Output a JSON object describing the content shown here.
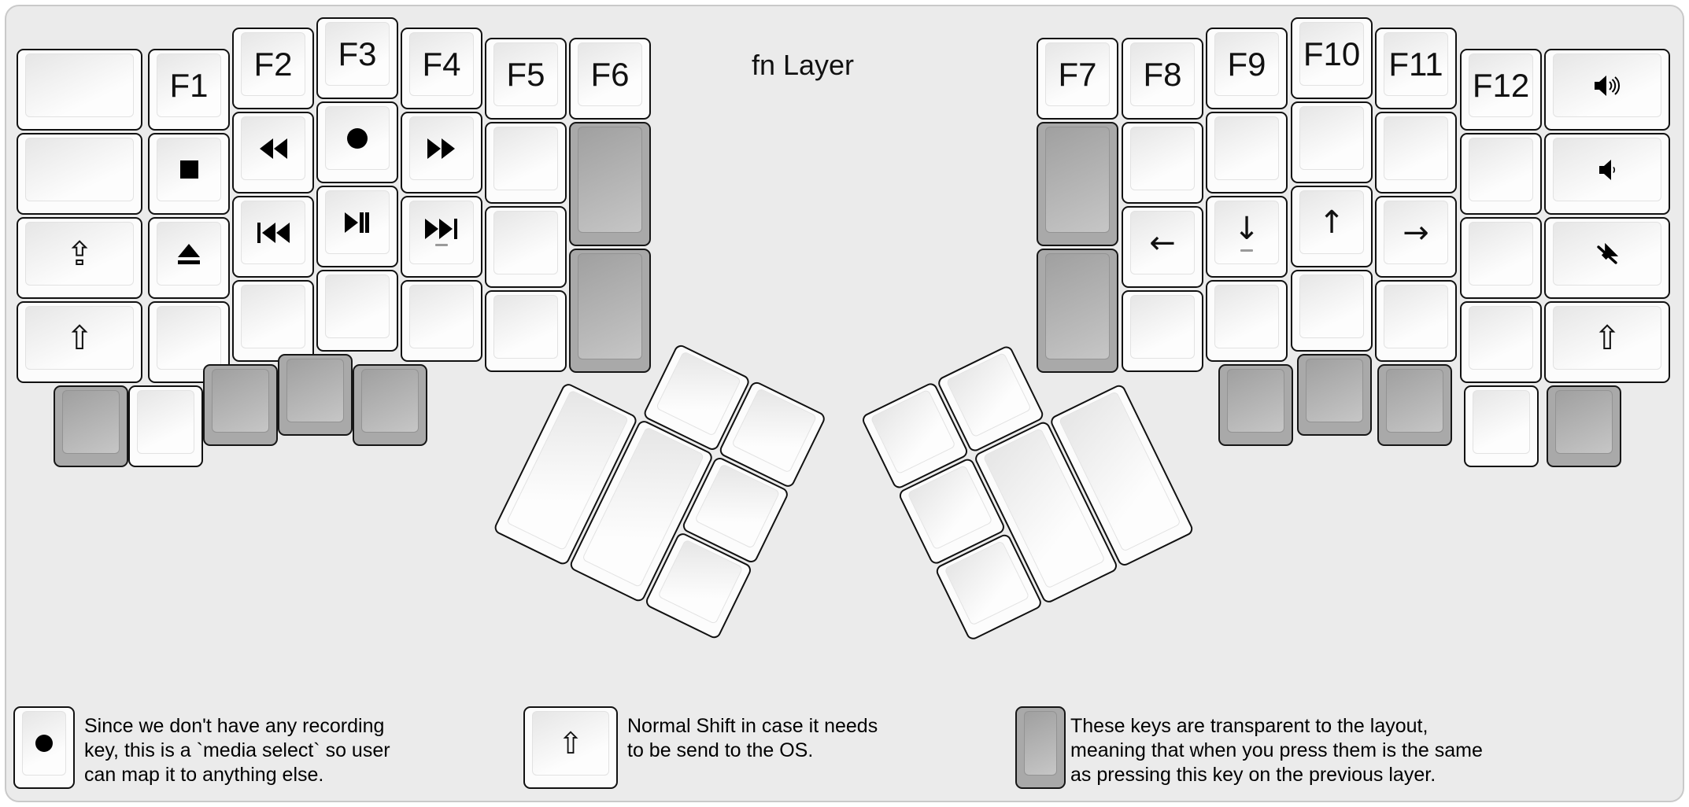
{
  "title": "fn Layer",
  "colors": {
    "background": "#ebebeb",
    "frame_border": "#c9c9c9",
    "key_white": "#fcfcfc",
    "key_gray": "#a9a9a9",
    "key_border": "#111111",
    "legend_color": "#000000"
  },
  "keys": {
    "f1": "F1",
    "f2": "F2",
    "f3": "F3",
    "f4": "F4",
    "f5": "F5",
    "f6": "F6",
    "f7": "F7",
    "f8": "F8",
    "f9": "F9",
    "f10": "F10",
    "f11": "F11",
    "f12": "F12",
    "caps_lock": "⇪",
    "shift": "⇧",
    "arrow_left": "←",
    "arrow_down": "↓",
    "arrow_up": "↑",
    "arrow_right": "→"
  },
  "icons": {
    "stop": "stop-icon",
    "eject": "eject-icon",
    "rewind": "rewind-icon",
    "previous_track": "previous-track-icon",
    "record": "record-icon",
    "play_pause": "play-pause-icon",
    "fast_forward": "fast-forward-icon",
    "next_track": "next-track-icon",
    "volume_up": "volume-up-icon",
    "volume_down": "volume-down-icon",
    "mute": "mute-icon",
    "homing_mark": "homing-bar"
  },
  "legend": [
    {
      "icon": "record-icon",
      "text": "Since we don't have any recording\nkey, this is a `media select` so user\ncan map it to anything else."
    },
    {
      "icon": "shift-icon",
      "text": "Normal Shift in case it needs\nto be send to the OS."
    },
    {
      "icon": "transparent-key",
      "text": "These keys are transparent to the layout,\nmeaning that when you press them is the same\nas pressing this key on the previous layer."
    }
  ]
}
